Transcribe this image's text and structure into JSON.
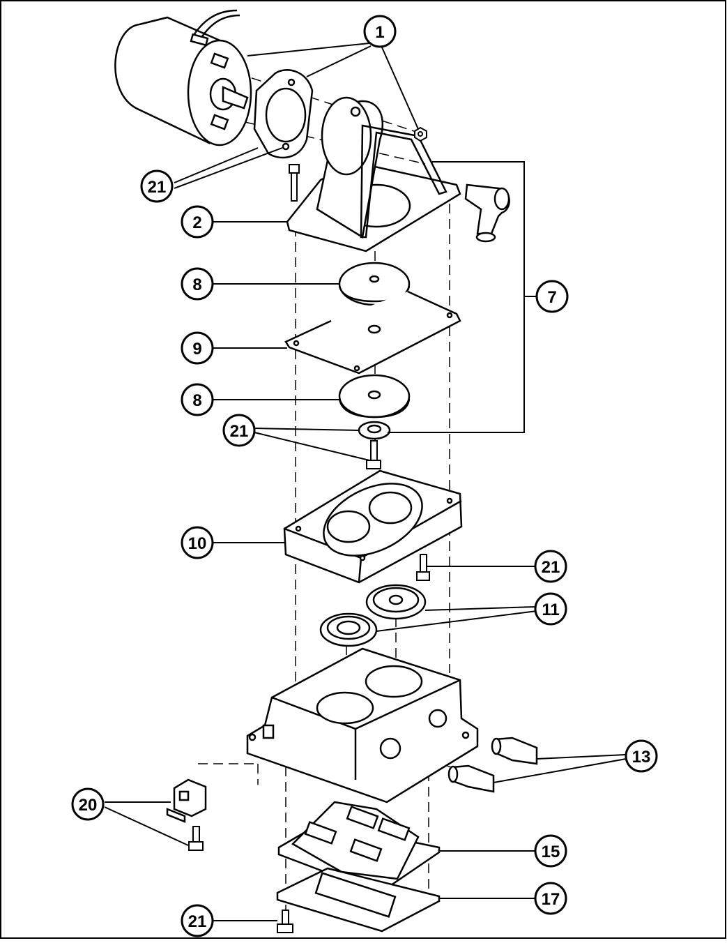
{
  "callouts": {
    "c1": "1",
    "c2": "2",
    "c7": "7",
    "c8a": "8",
    "c8b": "8",
    "c9": "9",
    "c10": "10",
    "c11": "11",
    "c13": "13",
    "c15": "15",
    "c17": "17",
    "c20": "20",
    "c21a": "21",
    "c21b": "21",
    "c21c": "21",
    "c21d": "21"
  }
}
